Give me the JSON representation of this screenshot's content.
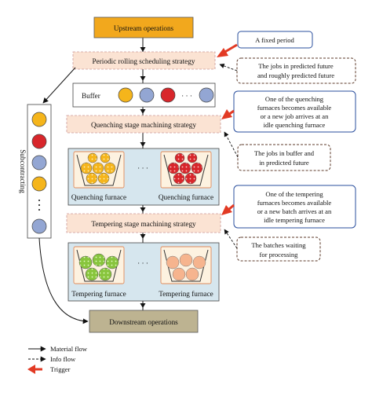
{
  "blocks": {
    "upstream": "Upstream operations",
    "periodic": "Periodic rolling scheduling strategy",
    "buffer": "Buffer",
    "quenching_strategy": "Quenching stage machining strategy",
    "quenching_furnace_1": "Quenching furnace",
    "quenching_furnace_2": "Quenching furnace",
    "tempering_strategy": "Tempering stage machining strategy",
    "tempering_furnace_1": "Tempering furnace",
    "tempering_furnace_2": "Tempering furnace",
    "downstream": "Downstream operations",
    "subcontracting": "Subcontracting",
    "ellipsis": "· · ·"
  },
  "notes": {
    "fixed_period": "A fixed period",
    "predicted_jobs": [
      "The jobs in predicted future",
      "and roughly predicted future"
    ],
    "quench_trigger": [
      "One of the quenching",
      "furnaces becomes available",
      "or a new job arrives at an",
      "idle quenching furnace"
    ],
    "buffer_future": [
      "The jobs in buffer and",
      "in predicted future"
    ],
    "temper_trigger": [
      "One of the tempering",
      "furnaces becomes available",
      "or a new batch arrives at an",
      "idle tempering furnace"
    ],
    "batches_waiting": [
      "The batches waiting",
      "for processing"
    ]
  },
  "legend": {
    "material_flow": "Material flow",
    "info_flow": "Info flow",
    "trigger": "Trigger"
  },
  "colors": {
    "upstream_fill": "#f2a81d",
    "strategy_fill": "#fbe3d3",
    "downstream_fill": "#bdb391",
    "panel_fill": "#d6e6ee",
    "trigger_red": "#e23a24",
    "job_yellow": "#f5b51b",
    "job_blue": "#93a6d3",
    "job_red": "#d8262b",
    "job_green": "#88c53d",
    "job_peach": "#f6b48e"
  }
}
